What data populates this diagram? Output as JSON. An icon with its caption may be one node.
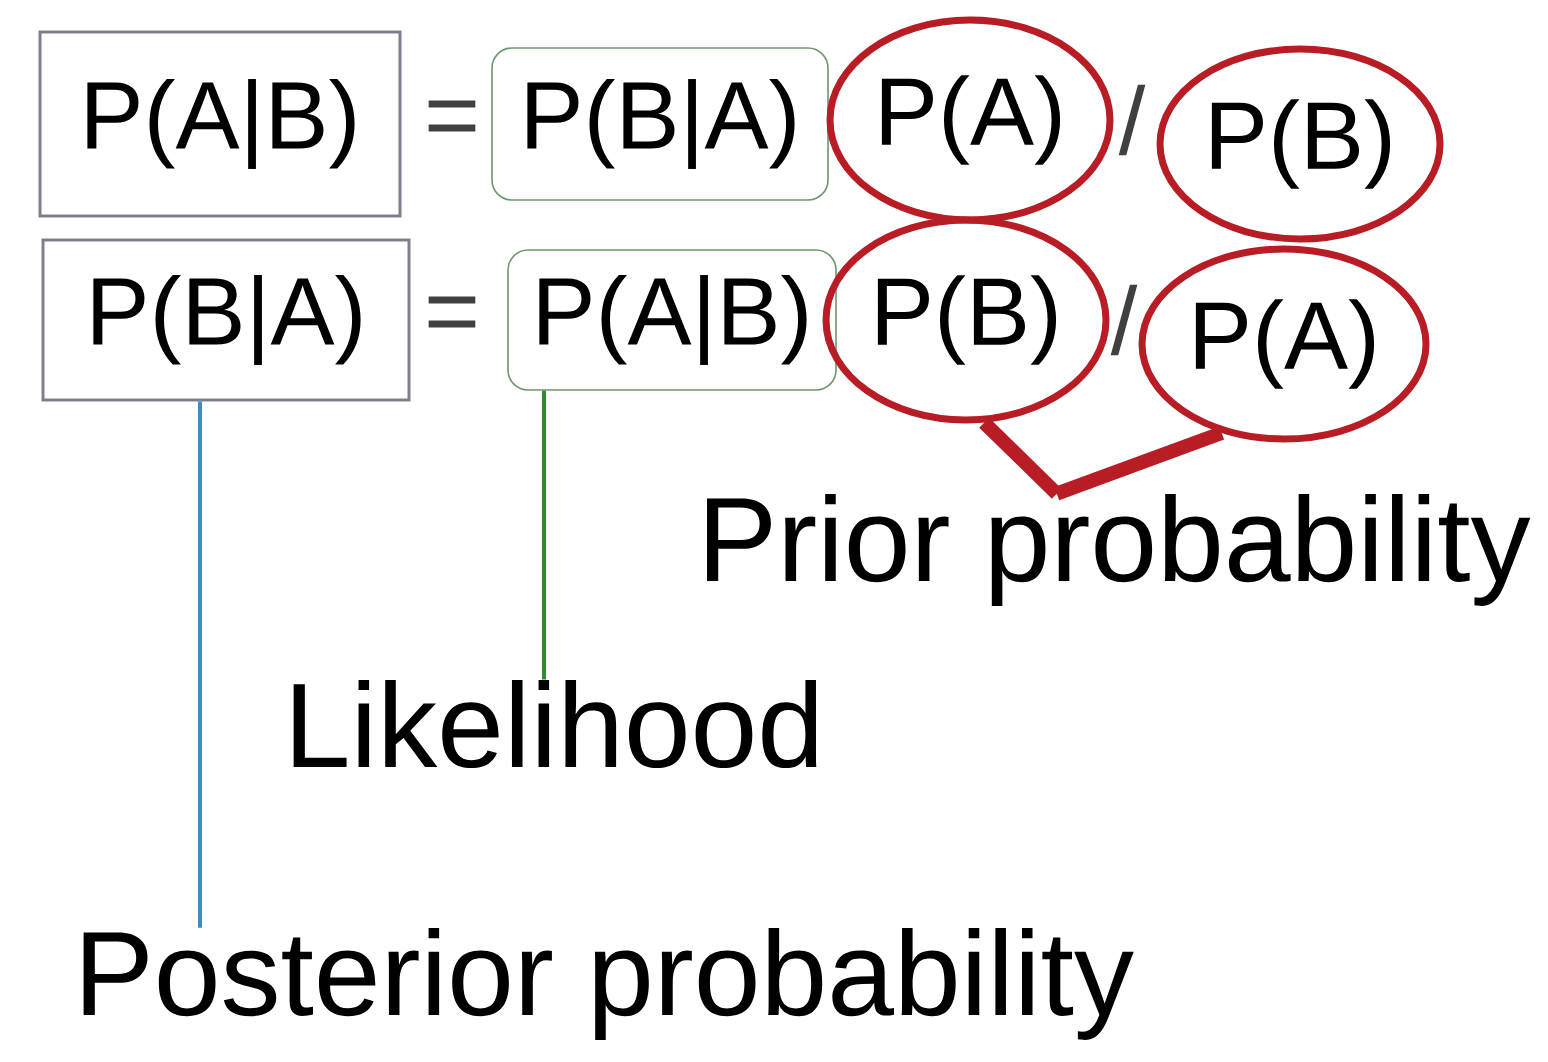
{
  "diagram": {
    "nodes": [
      {
        "text": [
          "P(A|B)"
        ]
      },
      {
        "text": [
          "P(B|A)"
        ]
      },
      {
        "text": [
          "P(A)"
        ]
      },
      {
        "text": [
          "P(B)"
        ]
      },
      {
        "text": [
          "P(B|A)"
        ]
      },
      {
        "text": [
          "P(A|B)"
        ]
      },
      {
        "text": [
          "P(B)"
        ]
      },
      {
        "text": [
          "P(A)"
        ]
      },
      {
        "text": [
          "Prior probability"
        ]
      },
      {
        "text": [
          "Likelihood"
        ]
      },
      {
        "text": [
          "Posterior probability"
        ]
      }
    ],
    "edges": [
      {
        "from": 4,
        "to": 10,
        "arrow": "none",
        "color": "#3a8cc8"
      },
      {
        "from": 5,
        "to": 9,
        "arrow": "none",
        "color": "#2e8b2e"
      },
      {
        "from": 6,
        "to": 8,
        "arrow": "none",
        "style": "thick",
        "color": "#b81c24"
      },
      {
        "from": 7,
        "to": 8,
        "arrow": "none",
        "style": "thick",
        "color": "#b81c24"
      }
    ],
    "labels": [
      "=",
      "/",
      "=",
      "/"
    ]
  }
}
